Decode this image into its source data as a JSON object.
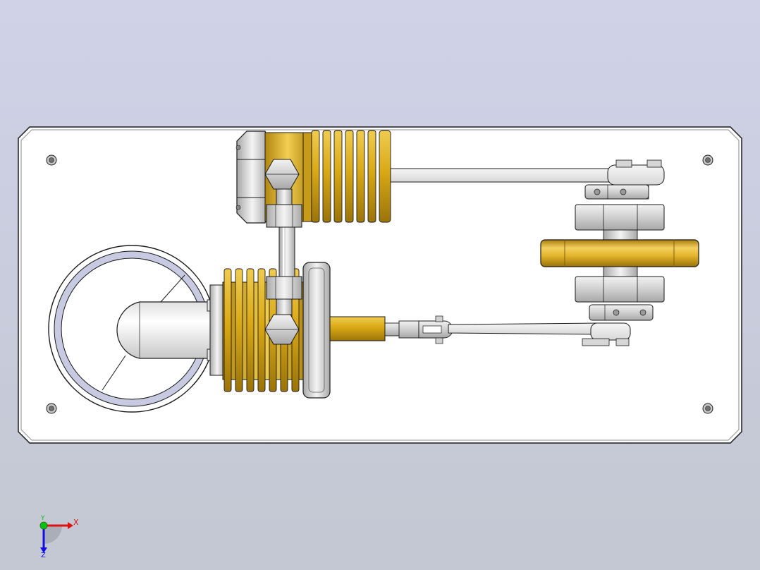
{
  "viewport": {
    "background_top": "#d0d2e8",
    "background_bottom": "#c4c8d2"
  },
  "colors": {
    "baseplate": "#ffffff",
    "brass": "#d4a51c",
    "steel": "#d2d2d2",
    "edge": "#1a1a1a",
    "glass": "#c6c8e0",
    "rod": "#ececec"
  },
  "triad": {
    "x_label": "X",
    "y_label": "Y",
    "z_label": "Z",
    "x_color": "#e01010",
    "y_color": "#10c010",
    "z_color": "#1010e0"
  }
}
